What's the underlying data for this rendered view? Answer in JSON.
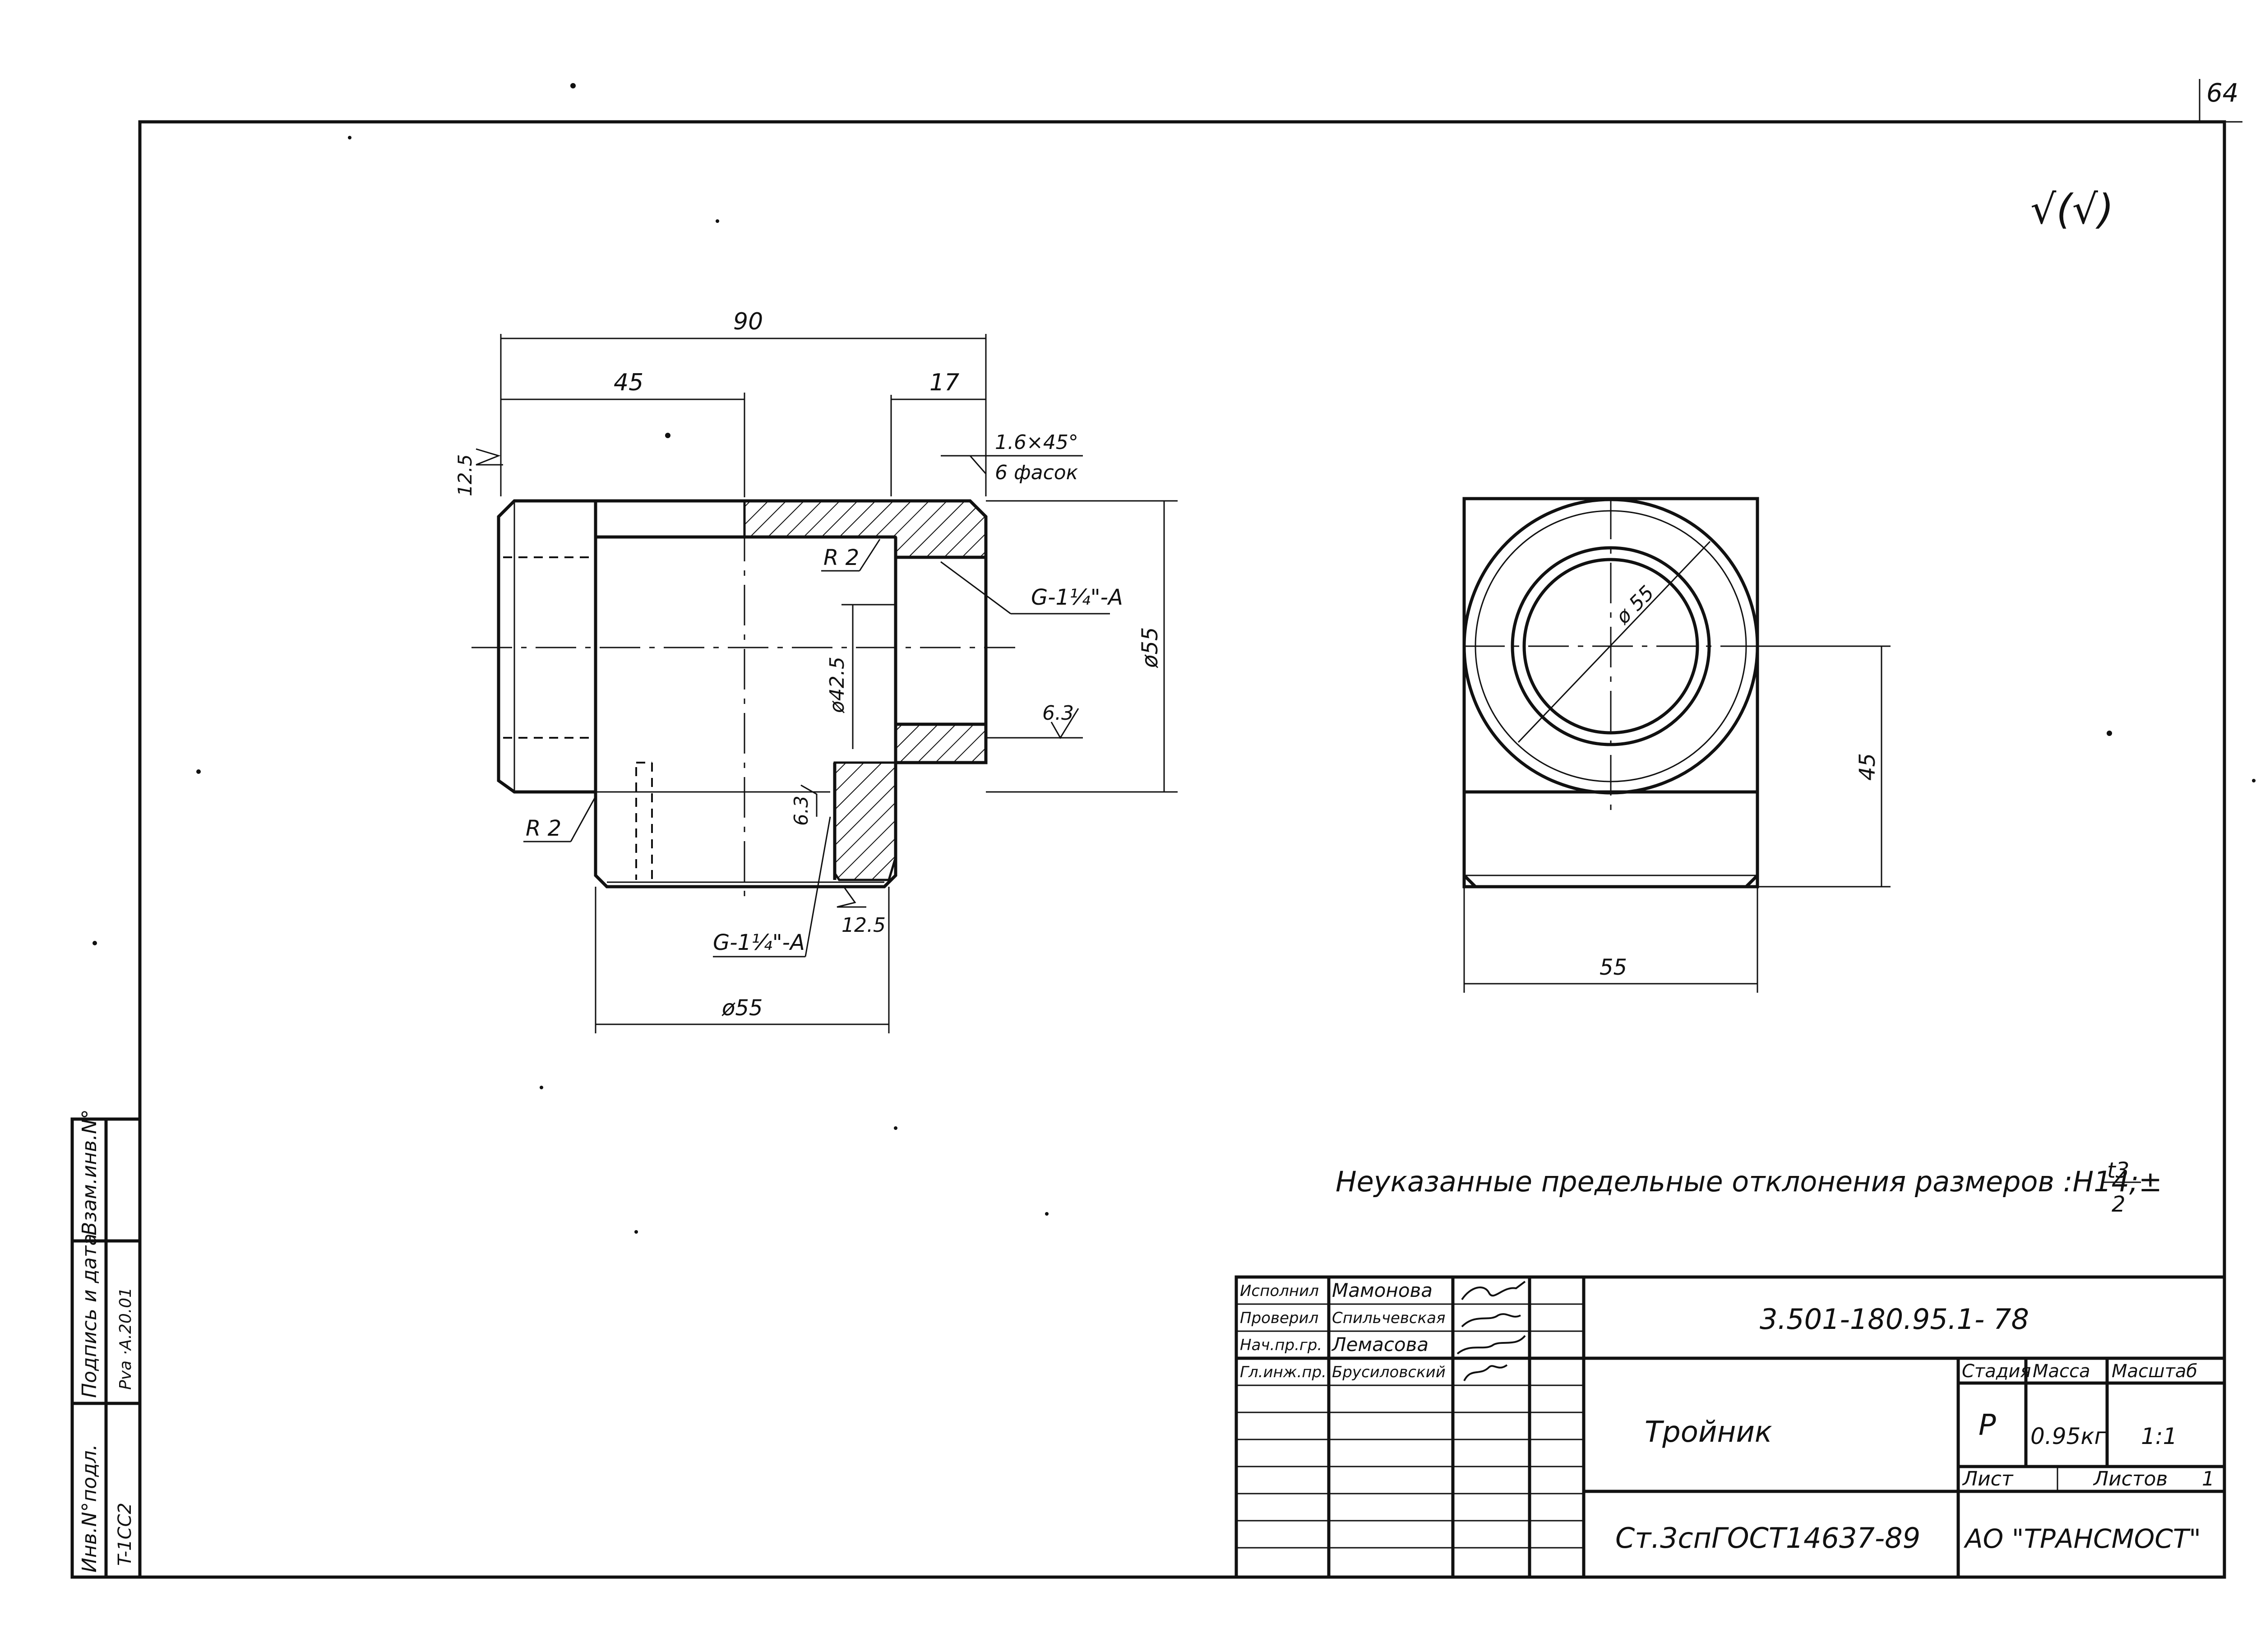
{
  "sheet": {
    "page_number": "64",
    "roughness_mark": "√(√)",
    "note_prefix": "Неуказанные предельные отклонения размеров :H14;±",
    "note_fraction_top": "t3",
    "note_fraction_bottom": "2"
  },
  "front_view": {
    "dim_total": "90",
    "dim_left": "45",
    "dim_right": "17",
    "chamfer_value": "1.6×45°",
    "chamfer_count": "6 фасок",
    "roughness_left": "12.5",
    "radius_top": "R 2",
    "thread_top": "G-1¼\"-A",
    "bore_dia": "ø42.5",
    "roughness_mid": "6.3",
    "dia_55_side": "ø55",
    "roughness_low": "6.3",
    "radius_bottom": "R 2",
    "thread_bottom": "G-1¼\"-A",
    "roughness_bottom": "12.5",
    "dia_55_bottom": "ø55"
  },
  "side_view": {
    "dia_55": "ø 55",
    "height_45": "45",
    "width_55": "55"
  },
  "side_stamp": {
    "col_inv_podl": "Инв.N°подл.",
    "col_sign_date": "Подпись и дата",
    "col_vzam_inv": "Взам.инв.N°",
    "val_inv_podl": "T-1СС2",
    "val_sign_date": "Рvа ·А.20.01"
  },
  "title_block": {
    "roles": [
      "Исполнил",
      "Проверил",
      "Нач.пр.гр.",
      "Гл.инж.пр."
    ],
    "names": [
      "Мамонова",
      "Спильчевская",
      "Лемасова",
      "Брусиловский"
    ],
    "doc_number": "3.501-180.95.1- 78",
    "part_name": "Тройник",
    "material": "Ст.3спГОСТ14637-89",
    "stage_label": "Стадия",
    "mass_label": "Масса",
    "scale_label": "Масштаб",
    "stage_value": "Р",
    "mass_value": "0.95кг",
    "scale_value": "1:1",
    "sheet_label": "Лист",
    "sheets_label": "Листов",
    "sheets_value": "1",
    "organization": "АО \"ТРАНСМОСТ\""
  }
}
